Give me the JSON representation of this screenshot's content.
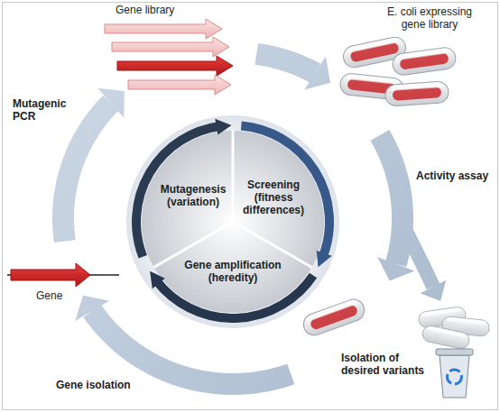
{
  "diagram": {
    "nodes": [
      {
        "text": [
          "Mutagenesis (variation)"
        ]
      },
      {
        "text": [
          "Screening (fitness differences)"
        ]
      },
      {
        "text": [
          "Gene amplification (heredity)"
        ]
      }
    ],
    "edges": [
      {
        "from": 0,
        "to": 1,
        "arrow": "to"
      },
      {
        "from": 1,
        "to": 2,
        "arrow": "to"
      },
      {
        "from": 2,
        "to": 0,
        "arrow": "to"
      }
    ],
    "labels": [
      "Gene library",
      "E. coli expressing gene library",
      "Mutagenic PCR",
      "Activity assay",
      "Gene",
      "Isolation of desired variants",
      "Gene isolation"
    ]
  }
}
